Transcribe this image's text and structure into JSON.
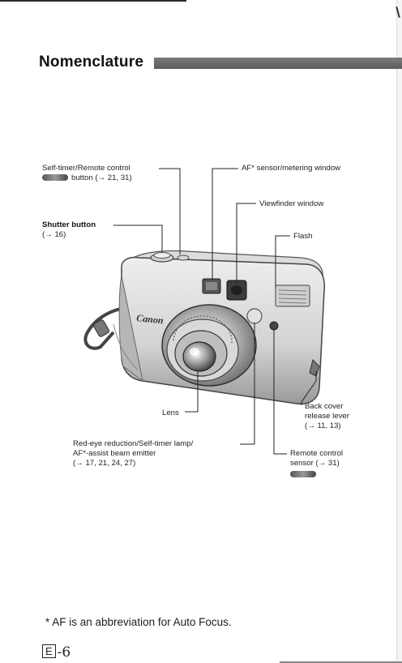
{
  "title": "Nomenclature",
  "labels": {
    "self_timer_line1": "Self-timer/Remote control",
    "self_timer_line2": "button (→ 21, 31)",
    "af_sensor": "AF* sensor/metering window",
    "viewfinder": "Viewfinder window",
    "shutter_line1": "Shutter button",
    "shutter_line2": "(→ 16)",
    "flash": "Flash",
    "lens": "Lens",
    "back_cover_line1": "Back cover",
    "back_cover_line2": "release lever",
    "back_cover_line3": "(→ 11, 13)",
    "red_eye_line1": "Red-eye reduction/Self-timer lamp/",
    "red_eye_line2": "AF*-assist beam emitter",
    "red_eye_line3": "(→ 17, 21, 24, 27)",
    "remote_line1": "Remote control",
    "remote_line2": "sensor (→ 31)"
  },
  "camera_brand": "Canon",
  "footnote": "*  AF is an abbreviation for Auto Focus.",
  "page": {
    "lang_box": "E",
    "number": "-6"
  }
}
